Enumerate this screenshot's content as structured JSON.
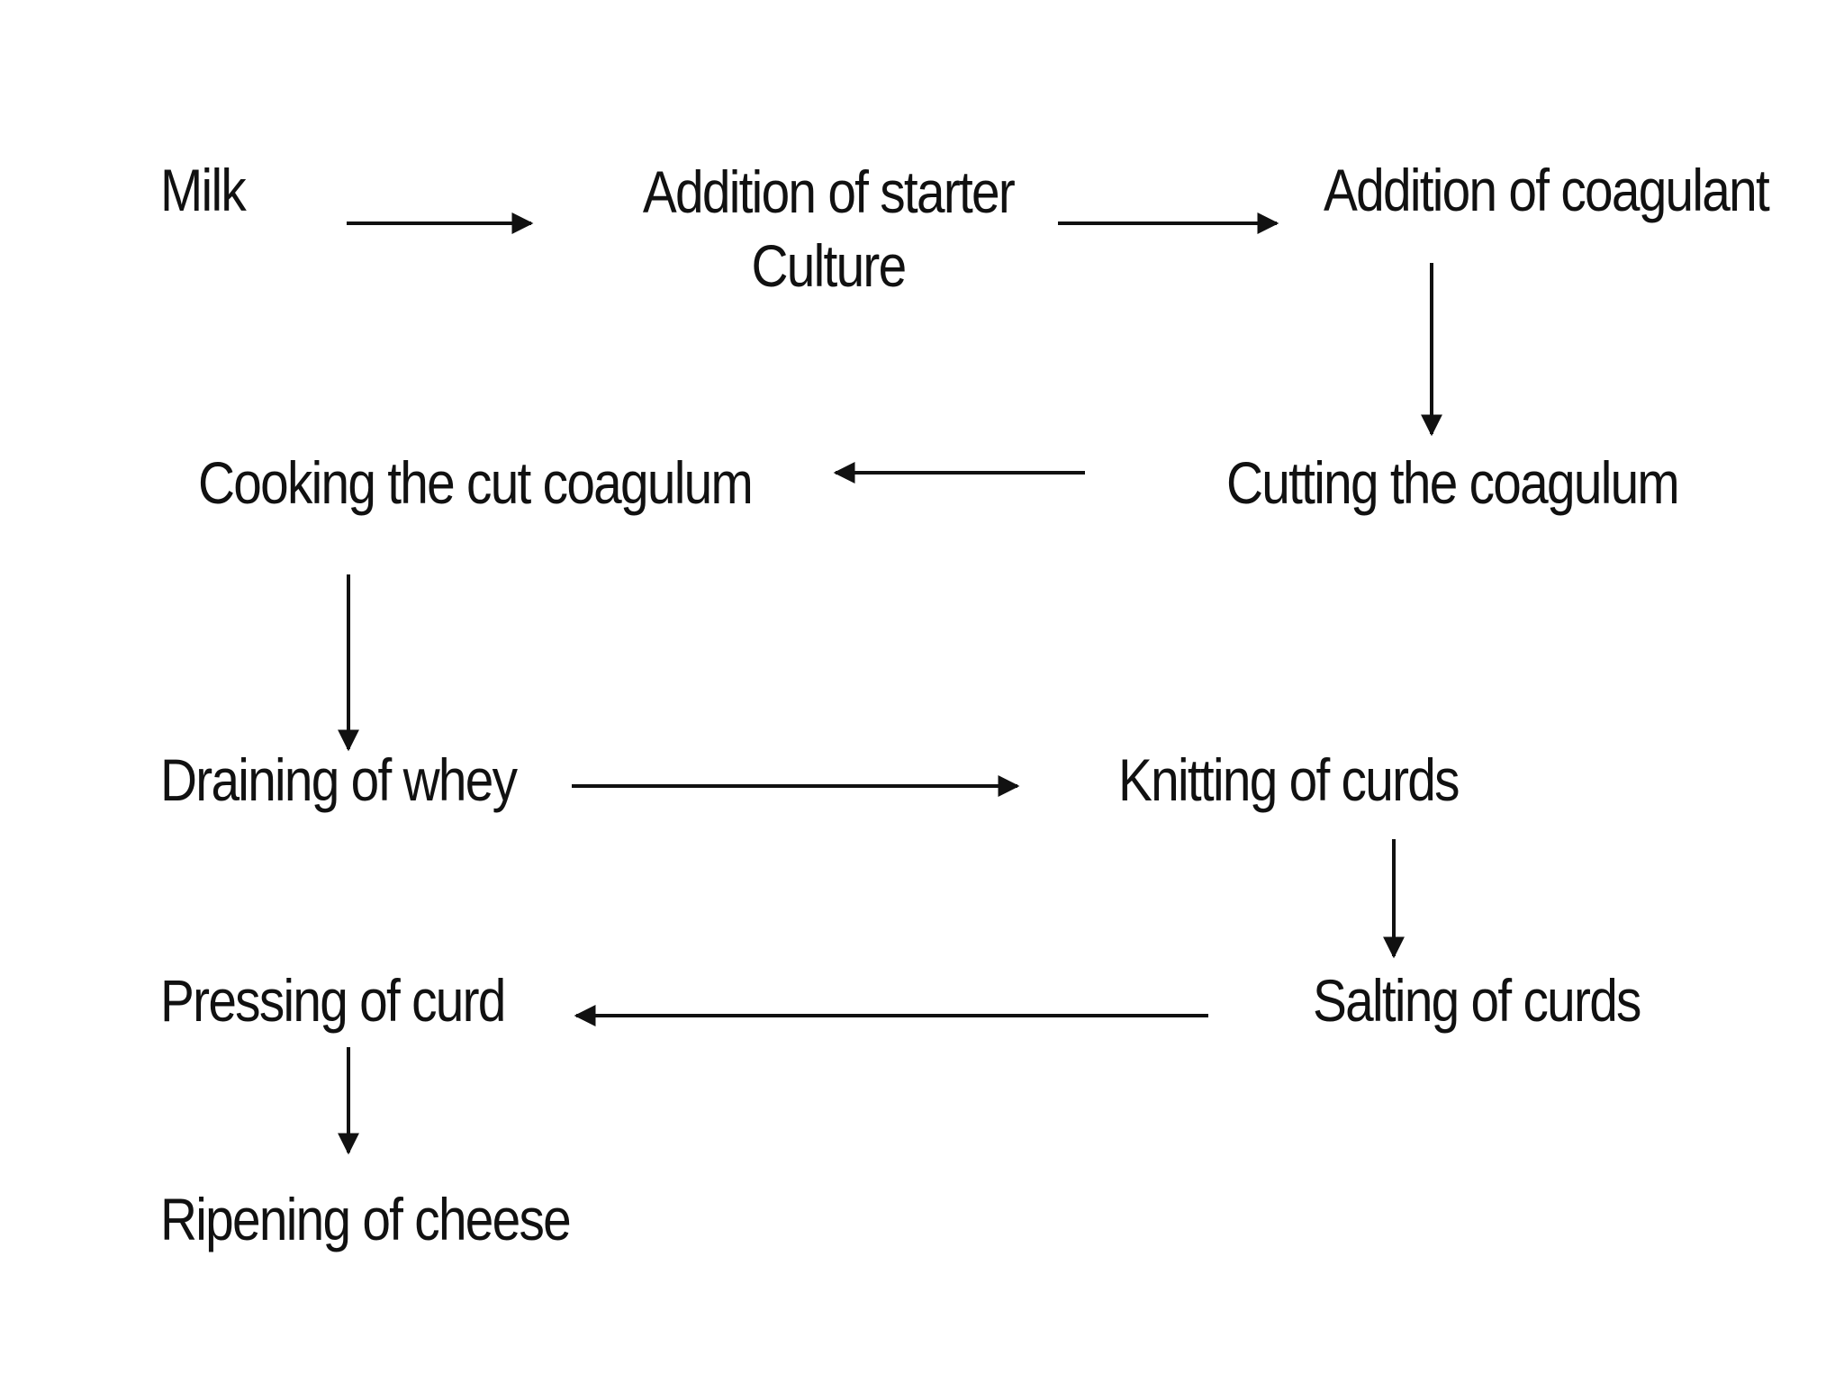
{
  "diagram": {
    "steps": [
      {
        "id": "milk",
        "lines": [
          "Milk"
        ]
      },
      {
        "id": "starter",
        "lines": [
          "Addition of starter",
          "Culture"
        ]
      },
      {
        "id": "coagulant",
        "lines": [
          "Addition of coagulant"
        ]
      },
      {
        "id": "cutting",
        "lines": [
          "Cutting the coagulum"
        ]
      },
      {
        "id": "cooking",
        "lines": [
          "Cooking the cut coagulum"
        ]
      },
      {
        "id": "draining",
        "lines": [
          "Draining of whey"
        ]
      },
      {
        "id": "knitting",
        "lines": [
          "Knitting of curds"
        ]
      },
      {
        "id": "salting",
        "lines": [
          "Salting of curds"
        ]
      },
      {
        "id": "pressing",
        "lines": [
          "Pressing of curd"
        ]
      },
      {
        "id": "ripening",
        "lines": [
          "Ripening of cheese"
        ]
      }
    ],
    "connections": [
      {
        "from": "milk",
        "to": "starter"
      },
      {
        "from": "starter",
        "to": "coagulant"
      },
      {
        "from": "coagulant",
        "to": "cutting"
      },
      {
        "from": "cutting",
        "to": "cooking"
      },
      {
        "from": "cooking",
        "to": "draining"
      },
      {
        "from": "draining",
        "to": "knitting"
      },
      {
        "from": "knitting",
        "to": "salting"
      },
      {
        "from": "salting",
        "to": "pressing"
      },
      {
        "from": "pressing",
        "to": "ripening"
      }
    ],
    "line_color": "#111111"
  }
}
